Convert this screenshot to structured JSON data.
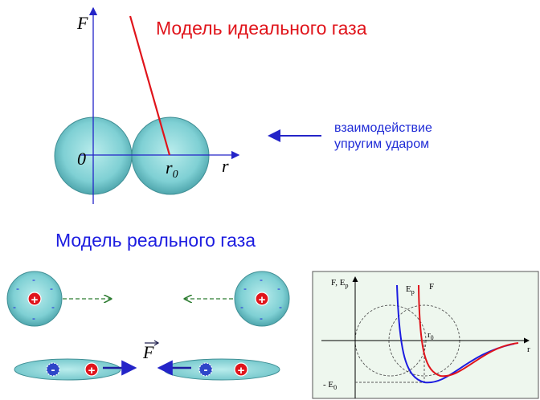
{
  "ideal_model": {
    "title": "Модель идеального газа",
    "axis_y_label": "F",
    "axis_x_label": "r",
    "origin_label": "0",
    "r0_label": "r",
    "r0_sub": "0",
    "note_line1": "взаимодействие",
    "note_line2": "упругим ударом"
  },
  "real_model": {
    "title": "Модель реального газа",
    "plus_sign": "+",
    "minus_sign": "-",
    "force_label": "F"
  },
  "potential_graph": {
    "y_axis_label": "F, E",
    "y_axis_sub": "p",
    "x_axis_label": "r",
    "ep_label": "E",
    "ep_sub": "p",
    "f_label": "F",
    "r0_label": "r",
    "r0_sub": "0",
    "min_label": "- E",
    "min_sub": "0"
  },
  "colors": {
    "ideal_title": "#e0141b",
    "real_title": "#1c1ce0",
    "sphere": "#7fd3d6",
    "graph_bg": "#eef7ee",
    "axis_blue": "#2424c8"
  }
}
